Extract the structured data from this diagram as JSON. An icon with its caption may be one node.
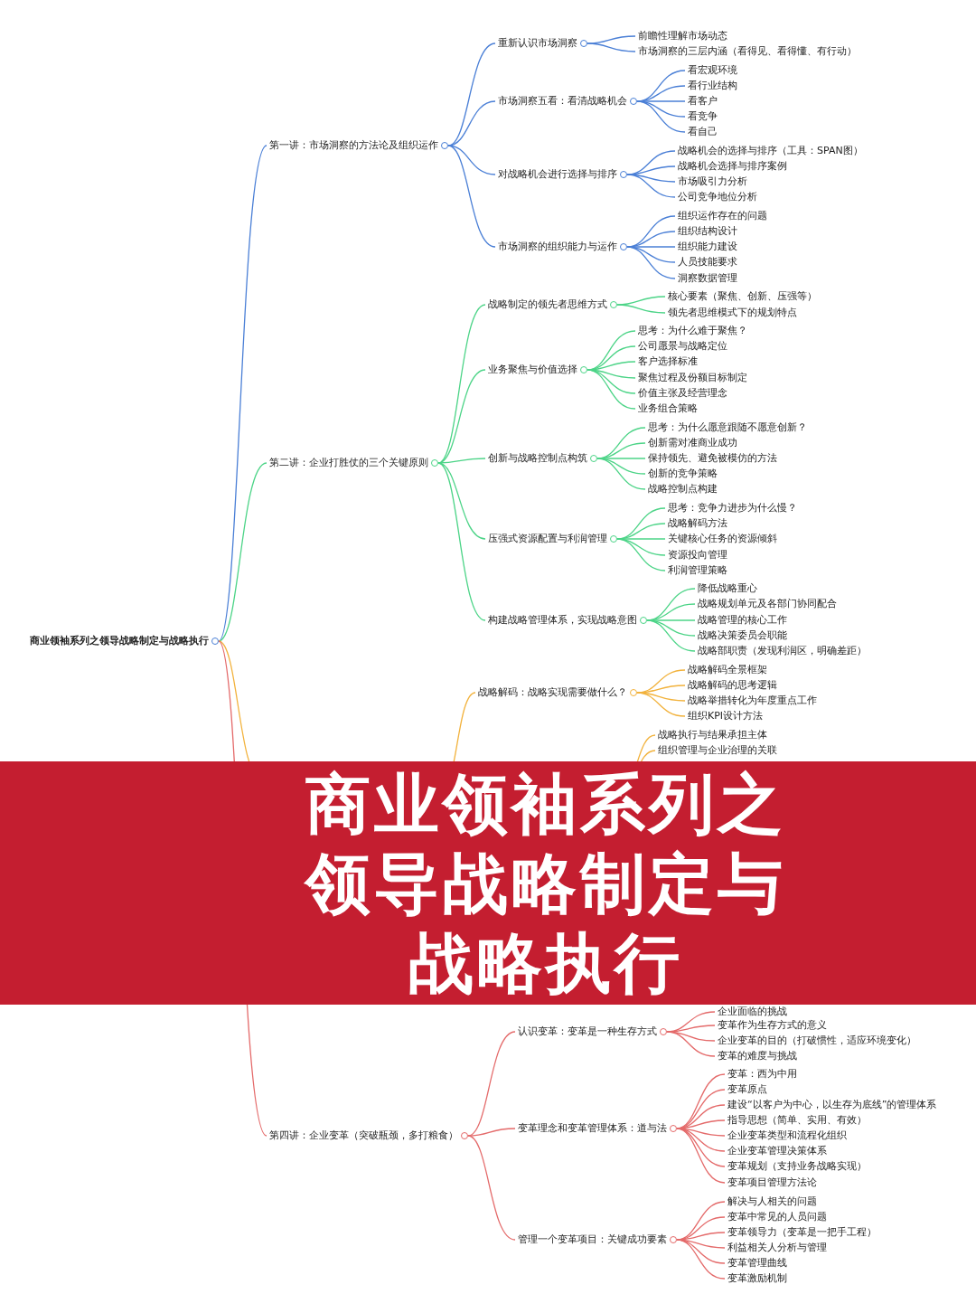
{
  "diagram": {
    "title": "商业领袖系列之领导战略制定与战略执行",
    "nodes": [
      {
        "text": [
          "商业领袖系列之领导战略制定与战略执行"
        ]
      },
      {
        "text": [
          "第一讲：市场洞察的方法论及组织运作"
        ]
      },
      {
        "text": [
          "重新认识市场洞察"
        ]
      },
      {
        "text": [
          "前瞻性理解市场动态"
        ]
      },
      {
        "text": [
          "市场洞察的三层内涵（看得见、看得懂、有行动）"
        ]
      },
      {
        "text": [
          "市场洞察五看：看清战略机会"
        ]
      },
      {
        "text": [
          "看宏观环境"
        ]
      },
      {
        "text": [
          "看行业结构"
        ]
      },
      {
        "text": [
          "看客户"
        ]
      },
      {
        "text": [
          "看竞争"
        ]
      },
      {
        "text": [
          "看自己"
        ]
      },
      {
        "text": [
          "对战略机会进行选择与排序"
        ]
      },
      {
        "text": [
          "战略机会的选择与排序（工具：SPAN图）"
        ]
      },
      {
        "text": [
          "战略机会选择与排序案例"
        ]
      },
      {
        "text": [
          "市场吸引力分析"
        ]
      },
      {
        "text": [
          "公司竞争地位分析"
        ]
      },
      {
        "text": [
          "市场洞察的组织能力与运作"
        ]
      },
      {
        "text": [
          "组织运作存在的问题"
        ]
      },
      {
        "text": [
          "组织结构设计"
        ]
      },
      {
        "text": [
          "组织能力建设"
        ]
      },
      {
        "text": [
          "人员技能要求"
        ]
      },
      {
        "text": [
          "洞察数据管理"
        ]
      },
      {
        "text": [
          "第二讲：企业打胜仗的三个关键原则"
        ]
      },
      {
        "text": [
          "战略制定的领先者思维方式"
        ]
      },
      {
        "text": [
          "核心要素（聚焦、创新、压强等）"
        ]
      },
      {
        "text": [
          "领先者思维模式下的规划特点"
        ]
      },
      {
        "text": [
          "业务聚焦与价值选择"
        ]
      },
      {
        "text": [
          "思考：为什么难于聚焦？"
        ]
      },
      {
        "text": [
          "公司愿景与战略定位"
        ]
      },
      {
        "text": [
          "客户选择标准"
        ]
      },
      {
        "text": [
          "聚焦过程及份额目标制定"
        ]
      },
      {
        "text": [
          "价值主张及经营理念"
        ]
      },
      {
        "text": [
          "业务组合策略"
        ]
      },
      {
        "text": [
          "创新与战略控制点构筑"
        ]
      },
      {
        "text": [
          "思考：为什么愿意跟随不愿意创新？"
        ]
      },
      {
        "text": [
          "创新需对准商业成功"
        ]
      },
      {
        "text": [
          "保持领先、避免被模仿的方法"
        ]
      },
      {
        "text": [
          "创新的竞争策略"
        ]
      },
      {
        "text": [
          "战略控制点构建"
        ]
      },
      {
        "text": [
          "压强式资源配置与利润管理"
        ]
      },
      {
        "text": [
          "思考：竞争力进步为什么慢？"
        ]
      },
      {
        "text": [
          "战略解码方法"
        ]
      },
      {
        "text": [
          "关键核心任务的资源倾斜"
        ]
      },
      {
        "text": [
          "资源投向管理"
        ]
      },
      {
        "text": [
          "利润管理策略"
        ]
      },
      {
        "text": [
          "构建战略管理体系，实现战略意图"
        ]
      },
      {
        "text": [
          "降低战略重心"
        ]
      },
      {
        "text": [
          "战略规划单元及各部门协同配合"
        ]
      },
      {
        "text": [
          "战略管理的核心工作"
        ]
      },
      {
        "text": [
          "战略决策委员会职能"
        ]
      },
      {
        "text": [
          "战略部职责（发现利润区，明确差距）"
        ]
      },
      {
        "text": [
          "战略解码：战略实现需要做什么？"
        ]
      },
      {
        "text": [
          "战略解码全景框架"
        ]
      },
      {
        "text": [
          "战略解码的思考逻辑"
        ]
      },
      {
        "text": [
          "战略举措转化为年度重点工作"
        ]
      },
      {
        "text": [
          "组织KPI设计方法"
        ]
      },
      {
        "text": [
          "战略执行与结果承担主体"
        ]
      },
      {
        "text": [
          "组织管理与企业治理的关联"
        ]
      },
      {
        "text": [
          "第四讲：企业变革（突破瓶颈，多打粮食）"
        ]
      },
      {
        "text": [
          "认识变革：变革是一种生存方式"
        ]
      },
      {
        "text": [
          "企业面临的挑战"
        ]
      },
      {
        "text": [
          "变革作为生存方式的意义"
        ]
      },
      {
        "text": [
          "企业变革的目的（打破惯性，适应环境变化）"
        ]
      },
      {
        "text": [
          "变革的难度与挑战"
        ]
      },
      {
        "text": [
          "变革理念和变革管理体系：道与法"
        ]
      },
      {
        "text": [
          "变革：西为中用"
        ]
      },
      {
        "text": [
          "变革原点"
        ]
      },
      {
        "text": [
          "建设“以客户为中心，以生存为底线”的管理体系"
        ]
      },
      {
        "text": [
          "指导思想（简单、实用、有效）"
        ]
      },
      {
        "text": [
          "企业变革类型和流程化组织"
        ]
      },
      {
        "text": [
          "企业变革管理决策体系"
        ]
      },
      {
        "text": [
          "变革规划（支持业务战略实现）"
        ]
      },
      {
        "text": [
          "变革项目管理方法论"
        ]
      },
      {
        "text": [
          "管理一个变革项目：关键成功要素"
        ]
      },
      {
        "text": [
          "解决与人相关的问题"
        ]
      },
      {
        "text": [
          "变革中常见的人员问题"
        ]
      },
      {
        "text": [
          "变革领导力（变革是一把手工程）"
        ]
      },
      {
        "text": [
          "利益相关人分析与管理"
        ]
      },
      {
        "text": [
          "变革管理曲线"
        ]
      },
      {
        "text": [
          "变革激励机制"
        ]
      }
    ],
    "edges": [
      {
        "from": 0,
        "to": 1,
        "arrow": "none",
        "color": "#4a7fd6"
      },
      {
        "from": 1,
        "to": 2,
        "arrow": "none",
        "color": "#4a7fd6"
      },
      {
        "from": 2,
        "to": 3,
        "arrow": "none",
        "color": "#4a7fd6"
      },
      {
        "from": 2,
        "to": 4,
        "arrow": "none",
        "color": "#4a7fd6"
      },
      {
        "from": 1,
        "to": 5,
        "arrow": "none",
        "color": "#4a7fd6"
      },
      {
        "from": 5,
        "to": 6,
        "arrow": "none",
        "color": "#4a7fd6"
      },
      {
        "from": 5,
        "to": 7,
        "arrow": "none",
        "color": "#4a7fd6"
      },
      {
        "from": 5,
        "to": 8,
        "arrow": "none",
        "color": "#4a7fd6"
      },
      {
        "from": 5,
        "to": 9,
        "arrow": "none",
        "color": "#4a7fd6"
      },
      {
        "from": 5,
        "to": 10,
        "arrow": "none",
        "color": "#4a7fd6"
      },
      {
        "from": 1,
        "to": 11,
        "arrow": "none",
        "color": "#4a7fd6"
      },
      {
        "from": 11,
        "to": 12,
        "arrow": "none",
        "color": "#4a7fd6"
      },
      {
        "from": 11,
        "to": 13,
        "arrow": "none",
        "color": "#4a7fd6"
      },
      {
        "from": 11,
        "to": 14,
        "arrow": "none",
        "color": "#4a7fd6"
      },
      {
        "from": 11,
        "to": 15,
        "arrow": "none",
        "color": "#4a7fd6"
      },
      {
        "from": 1,
        "to": 16,
        "arrow": "none",
        "color": "#4a7fd6"
      },
      {
        "from": 16,
        "to": 17,
        "arrow": "none",
        "color": "#4a7fd6"
      },
      {
        "from": 16,
        "to": 18,
        "arrow": "none",
        "color": "#4a7fd6"
      },
      {
        "from": 16,
        "to": 19,
        "arrow": "none",
        "color": "#4a7fd6"
      },
      {
        "from": 16,
        "to": 20,
        "arrow": "none",
        "color": "#4a7fd6"
      },
      {
        "from": 16,
        "to": 21,
        "arrow": "none",
        "color": "#4a7fd6"
      },
      {
        "from": 0,
        "to": 22,
        "arrow": "none"
      },
      {
        "from": 22,
        "to": 23,
        "arrow": "none"
      },
      {
        "from": 23,
        "to": 24,
        "arrow": "none"
      },
      {
        "from": 23,
        "to": 25,
        "arrow": "none"
      },
      {
        "from": 22,
        "to": 26,
        "arrow": "none"
      },
      {
        "from": 26,
        "to": 27,
        "arrow": "none"
      },
      {
        "from": 26,
        "to": 28,
        "arrow": "none"
      },
      {
        "from": 26,
        "to": 29,
        "arrow": "none"
      },
      {
        "from": 26,
        "to": 30,
        "arrow": "none"
      },
      {
        "from": 26,
        "to": 31,
        "arrow": "none"
      },
      {
        "from": 26,
        "to": 32,
        "arrow": "none"
      },
      {
        "from": 22,
        "to": 33,
        "arrow": "none"
      },
      {
        "from": 33,
        "to": 34,
        "arrow": "none"
      },
      {
        "from": 33,
        "to": 35,
        "arrow": "none"
      },
      {
        "from": 33,
        "to": 36,
        "arrow": "none"
      },
      {
        "from": 33,
        "to": 37,
        "arrow": "none"
      },
      {
        "from": 33,
        "to": 38,
        "arrow": "none"
      },
      {
        "from": 22,
        "to": 39,
        "arrow": "none"
      },
      {
        "from": 39,
        "to": 40,
        "arrow": "none"
      },
      {
        "from": 39,
        "to": 41,
        "arrow": "none"
      },
      {
        "from": 39,
        "to": 42,
        "arrow": "none"
      },
      {
        "from": 39,
        "to": 43,
        "arrow": "none"
      },
      {
        "from": 39,
        "to": 44,
        "arrow": "none"
      },
      {
        "from": 22,
        "to": 45,
        "arrow": "none"
      },
      {
        "from": 45,
        "to": 46,
        "arrow": "none"
      },
      {
        "from": 45,
        "to": 47,
        "arrow": "none"
      },
      {
        "from": 45,
        "to": 48,
        "arrow": "none"
      },
      {
        "from": 45,
        "to": 49,
        "arrow": "none"
      },
      {
        "from": 45,
        "to": 50,
        "arrow": "none"
      },
      {
        "from": 0,
        "to": null,
        "arrow": "none",
        "color": "#f2b23c"
      },
      {
        "from": null,
        "to": 51,
        "arrow": "none",
        "color": "#f2b23c"
      },
      {
        "from": 51,
        "to": 52,
        "arrow": "none",
        "color": "#f2b23c"
      },
      {
        "from": 51,
        "to": 53,
        "arrow": "none",
        "color": "#f2b23c"
      },
      {
        "from": 51,
        "to": 54,
        "arrow": "none",
        "color": "#f2b23c"
      },
      {
        "from": 51,
        "to": 55,
        "arrow": "none",
        "color": "#f2b23c"
      },
      {
        "from": null,
        "to": 56,
        "arrow": "none",
        "color": "#f2b23c"
      },
      {
        "from": null,
        "to": 57,
        "arrow": "none",
        "color": "#f2b23c"
      },
      {
        "from": 0,
        "to": 58,
        "arrow": "none",
        "color": "#e46a6a"
      },
      {
        "from": 58,
        "to": 59,
        "arrow": "none",
        "color": "#e46a6a"
      },
      {
        "from": 59,
        "to": 60,
        "arrow": "none",
        "color": "#e46a6a"
      },
      {
        "from": 59,
        "to": 61,
        "arrow": "none",
        "color": "#e46a6a"
      },
      {
        "from": 59,
        "to": 62,
        "arrow": "none",
        "color": "#e46a6a"
      },
      {
        "from": 59,
        "to": 63,
        "arrow": "none",
        "color": "#e46a6a"
      },
      {
        "from": 58,
        "to": 64,
        "arrow": "none",
        "color": "#e46a6a"
      },
      {
        "from": 64,
        "to": 65,
        "arrow": "none",
        "color": "#e46a6a"
      },
      {
        "from": 64,
        "to": 66,
        "arrow": "none",
        "color": "#e46a6a"
      },
      {
        "from": 64,
        "to": 67,
        "arrow": "none",
        "color": "#e46a6a"
      },
      {
        "from": 64,
        "to": 68,
        "arrow": "none",
        "color": "#e46a6a"
      },
      {
        "from": 64,
        "to": 69,
        "arrow": "none",
        "color": "#e46a6a"
      },
      {
        "from": 64,
        "to": 70,
        "arrow": "none",
        "color": "#e46a6a"
      },
      {
        "from": 64,
        "to": 71,
        "arrow": "none",
        "color": "#e46a6a"
      },
      {
        "from": 64,
        "to": 72,
        "arrow": "none",
        "color": "#e46a6a"
      },
      {
        "from": 58,
        "to": 73,
        "arrow": "none",
        "color": "#e46a6a"
      },
      {
        "from": 73,
        "to": 74,
        "arrow": "none",
        "color": "#e46a6a"
      },
      {
        "from": 73,
        "to": 75,
        "arrow": "none",
        "color": "#e46a6a"
      },
      {
        "from": 73,
        "to": 76,
        "arrow": "none",
        "color": "#e46a6a"
      },
      {
        "from": 73,
        "to": 77,
        "arrow": "none",
        "color": "#e46a6a"
      },
      {
        "from": 73,
        "to": 78,
        "arrow": "none",
        "color": "#e46a6a"
      },
      {
        "from": 73,
        "to": 79,
        "arrow": "none",
        "color": "#e46a6a"
      }
    ]
  }
}
